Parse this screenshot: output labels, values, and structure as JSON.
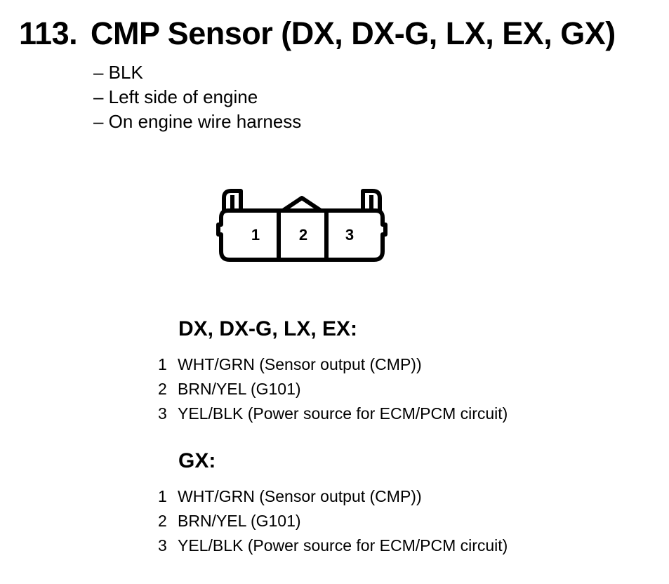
{
  "header": {
    "number": "113.",
    "title": "CMP Sensor (DX, DX-G, LX, EX, GX)"
  },
  "notes": [
    "– BLK",
    "– Left side of engine",
    "– On engine wire harness"
  ],
  "connector": {
    "terminals": [
      "1",
      "2",
      "3"
    ]
  },
  "groups": [
    {
      "heading": "DX, DX-G, LX, EX:",
      "pins": [
        {
          "num": "1",
          "desc": "WHT/GRN (Sensor output (CMP))"
        },
        {
          "num": "2",
          "desc": "BRN/YEL (G101)"
        },
        {
          "num": "3",
          "desc": "YEL/BLK (Power source for ECM/PCM circuit)"
        }
      ]
    },
    {
      "heading": "GX:",
      "pins": [
        {
          "num": "1",
          "desc": "WHT/GRN (Sensor output (CMP))"
        },
        {
          "num": "2",
          "desc": "BRN/YEL (G101)"
        },
        {
          "num": "3",
          "desc": "YEL/BLK (Power source for ECM/PCM circuit)"
        }
      ]
    }
  ]
}
